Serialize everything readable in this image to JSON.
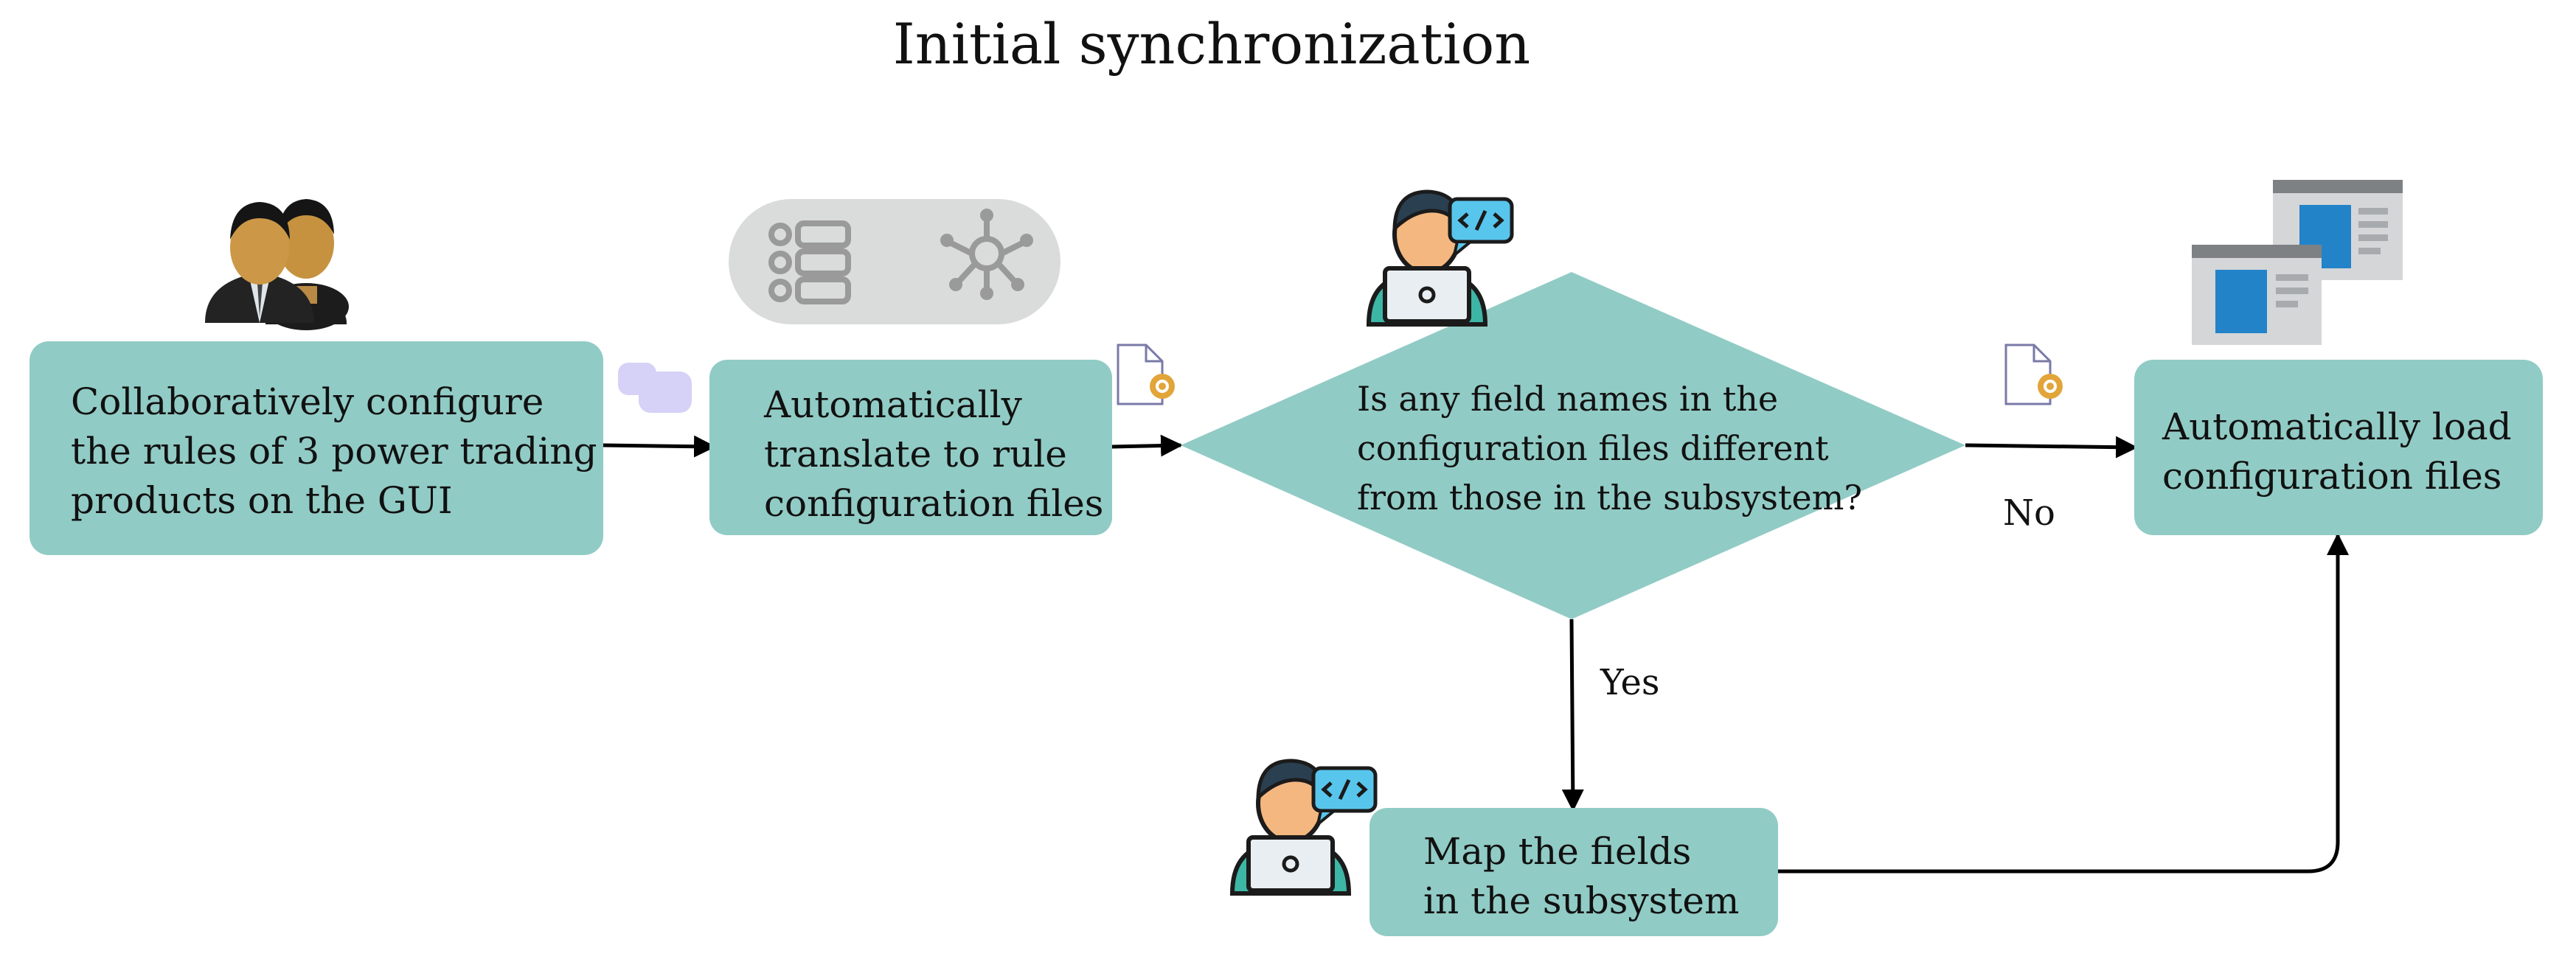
{
  "title": "Initial synchronization",
  "colors": {
    "node_fill": "#91cbc5",
    "arrow": "#000000",
    "gray_panel": "#d9dcdb",
    "gray_icon": "#9a9a9a",
    "doc_stroke": "#7a7aa8",
    "gear": "#e2a53a",
    "bubble": "#d6d1f7",
    "window_blue": "#2383c9",
    "window_gray": "#d4d6d8",
    "window_bar": "#7d8184",
    "person_skin": "#f4b77f",
    "person_hair": "#2a3f4f",
    "person_shirt": "#3db6a6",
    "speech_bubble": "#58c6ec"
  },
  "nodes": {
    "configure": {
      "lines": [
        "Collaboratively configure",
        "the rules of 3 power trading",
        "products on the GUI"
      ]
    },
    "translate": {
      "lines": [
        "Automatically",
        "translate to rule",
        "configuration files"
      ]
    },
    "decision": {
      "lines": [
        "Is any field names in the",
        "configuration files different",
        "from those in the subsystem?"
      ]
    },
    "load": {
      "lines": [
        "Automatically load",
        "configuration files"
      ]
    },
    "map": {
      "lines": [
        "Map the fields",
        "in the subsystem"
      ]
    }
  },
  "edge_labels": {
    "no": "No",
    "yes": "Yes"
  },
  "icons": {
    "people": "two-businessmen-icon",
    "rules_panel": "rules-list-network-icon",
    "chat_bubble": "chat-bubble-icon",
    "doc_gear_1": "document-gear-icon",
    "doc_gear_2": "document-gear-icon",
    "developer_top": "developer-laptop-icon",
    "developer_bottom": "developer-laptop-icon",
    "windows": "browser-windows-icon"
  }
}
